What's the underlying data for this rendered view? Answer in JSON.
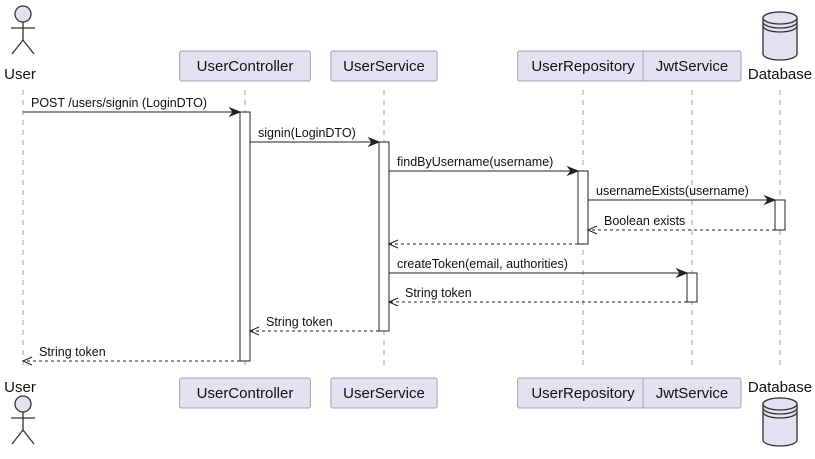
{
  "participants": [
    {
      "id": "user",
      "label": "User",
      "kind": "actor"
    },
    {
      "id": "controller",
      "label": "UserController",
      "kind": "participant"
    },
    {
      "id": "service",
      "label": "UserService",
      "kind": "participant"
    },
    {
      "id": "repo",
      "label": "UserRepository",
      "kind": "participant"
    },
    {
      "id": "jwt",
      "label": "JwtService",
      "kind": "participant"
    },
    {
      "id": "db",
      "label": "Database",
      "kind": "database"
    }
  ],
  "messages": [
    {
      "from": "user",
      "to": "controller",
      "label": "POST /users/signin (LoginDTO)",
      "style": "solid"
    },
    {
      "from": "controller",
      "to": "service",
      "label": "signin(LoginDTO)",
      "style": "solid"
    },
    {
      "from": "service",
      "to": "repo",
      "label": "findByUsername(username)",
      "style": "solid"
    },
    {
      "from": "repo",
      "to": "db",
      "label": "usernameExists(username)",
      "style": "solid"
    },
    {
      "from": "db",
      "to": "repo",
      "label": "Boolean exists",
      "style": "dashed"
    },
    {
      "from": "repo",
      "to": "service",
      "label": "",
      "style": "dashed"
    },
    {
      "from": "service",
      "to": "jwt",
      "label": "createToken(email, authorities)",
      "style": "solid"
    },
    {
      "from": "jwt",
      "to": "service",
      "label": "String token",
      "style": "dashed"
    },
    {
      "from": "service",
      "to": "controller",
      "label": "String token",
      "style": "dashed"
    },
    {
      "from": "controller",
      "to": "user",
      "label": "String token",
      "style": "dashed"
    }
  ],
  "activations": [
    {
      "participant": "controller",
      "from_message": 0,
      "to_message": 9
    },
    {
      "participant": "service",
      "from_message": 1,
      "to_message": 8
    },
    {
      "participant": "repo",
      "from_message": 2,
      "to_message": 5
    },
    {
      "participant": "db",
      "from_message": 3,
      "to_message": 4
    },
    {
      "participant": "jwt",
      "from_message": 6,
      "to_message": 7
    }
  ],
  "colors": {
    "participant_fill": "#e2e2f0",
    "participant_border": "#a3a3b5",
    "line": "#222222",
    "lifeline": "#a0a0a0"
  }
}
